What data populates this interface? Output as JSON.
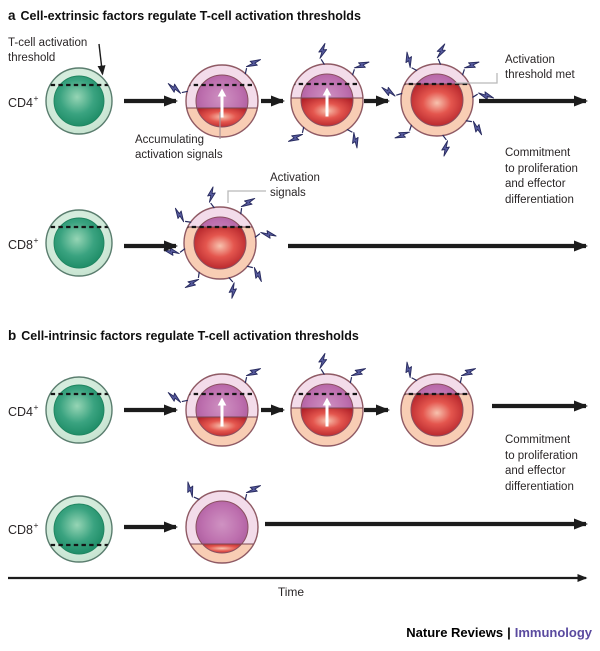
{
  "panel_a": {
    "letter": "a",
    "title": "Cell-extrinsic factors regulate T-cell activation thresholds",
    "rows": [
      {
        "base": "CD4",
        "sup": "+"
      },
      {
        "base": "CD8",
        "sup": "+"
      }
    ],
    "annotations": {
      "threshold_label": [
        "T-cell activation",
        "threshold"
      ],
      "accumulating": [
        "Accumulating",
        "activation signals"
      ],
      "activation_signals": [
        "Activation",
        "signals"
      ],
      "threshold_met": [
        "Activation",
        "threshold met"
      ],
      "commitment": [
        "Commitment",
        "to proliferation",
        "and effector",
        "differentiation"
      ]
    }
  },
  "panel_b": {
    "letter": "b",
    "title": "Cell-intrinsic factors regulate T-cell activation thresholds",
    "rows": [
      {
        "base": "CD4",
        "sup": "+"
      },
      {
        "base": "CD8",
        "sup": "+"
      }
    ],
    "annotations": {
      "commitment": [
        "Commitment",
        "to proliferation",
        "and effector",
        "differentiation"
      ]
    }
  },
  "time_axis": {
    "label": "Time"
  },
  "footer": {
    "brand": "Nature Reviews",
    "separator": "|",
    "journal": "Immunology"
  },
  "icons": {
    "lightning_bolt": "activation-signal-flash"
  },
  "colors": {
    "arrow": "#1c1c1c",
    "dashed_threshold": "#151515",
    "green_ring": "#cfe9d8",
    "green_nucleus": "#2f9e78",
    "pink_ring": "#f3dcea",
    "salmon_ring": "#f8cdb4",
    "magenta_nucleus": "#bd6fae",
    "red_nucleus": "#c0222b",
    "bolt_fill": "#565a9d",
    "bolt_outline": "#272a5e",
    "pointer_line": "#b9b9b9",
    "footer_journal": "#5a4a9f"
  }
}
